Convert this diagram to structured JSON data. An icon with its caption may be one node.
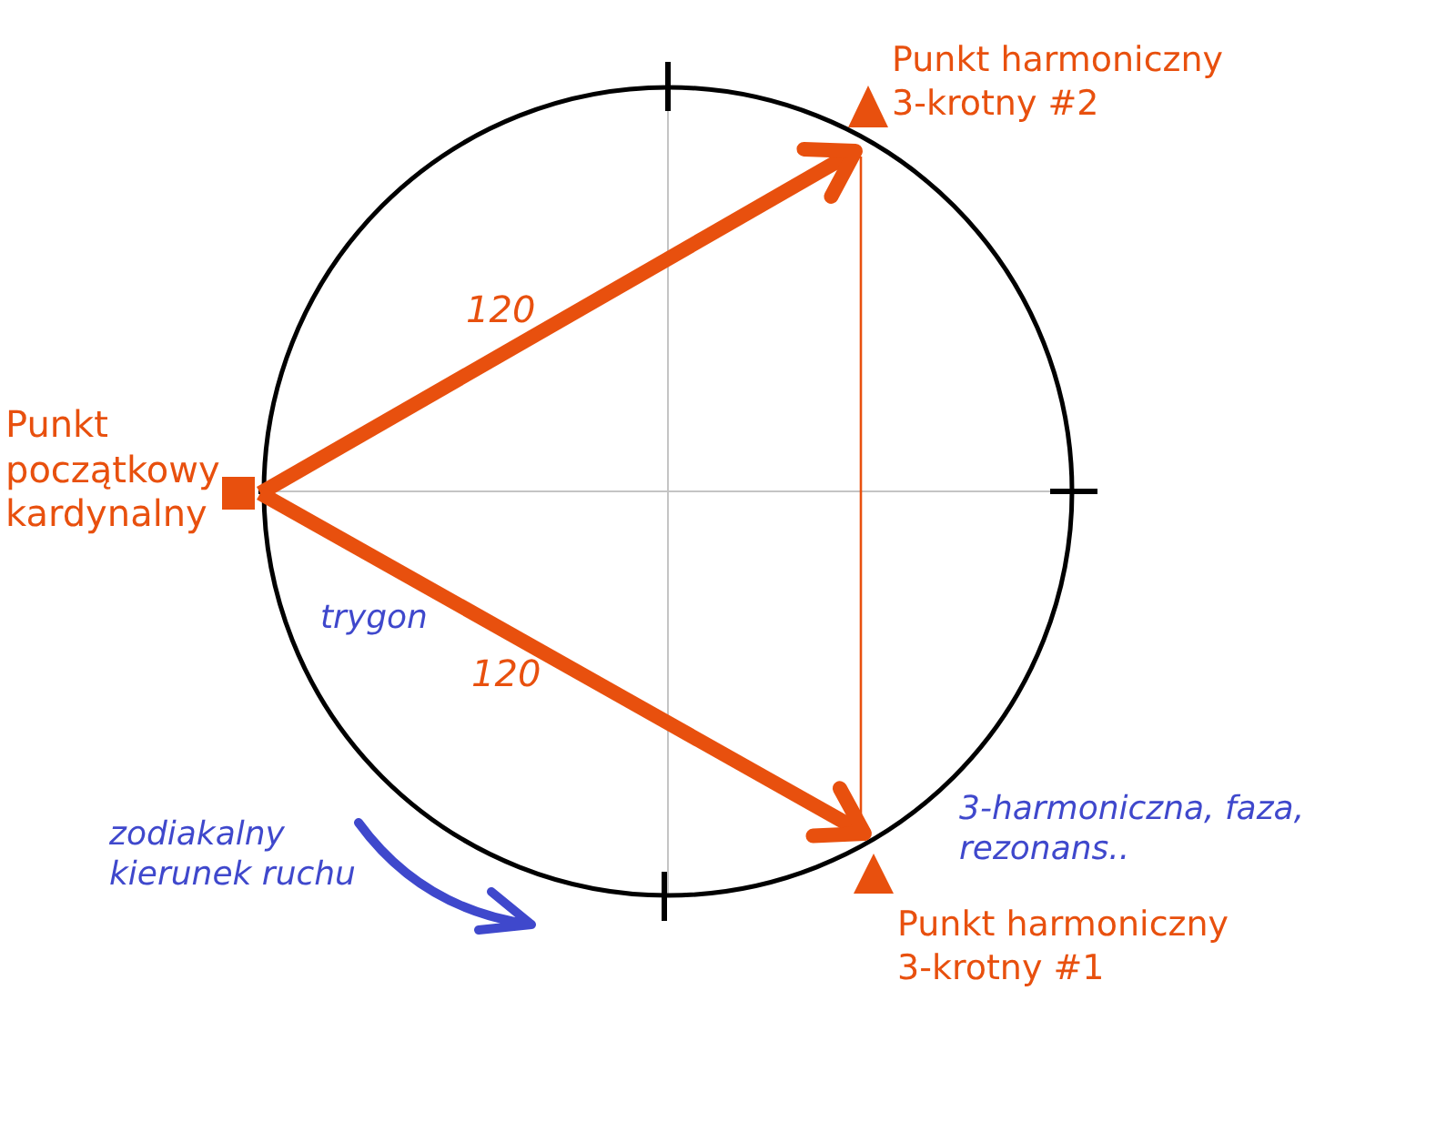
{
  "diagram": {
    "nodes": [
      {
        "text": [],
        "shape": "triangle",
        "beside": [
          "Punkt harmoniczny 3-krotny #2"
        ]
      },
      {
        "text": [],
        "shape": "box",
        "beside": [
          "Punkt początkowy kardynalny"
        ]
      },
      {
        "text": [],
        "shape": "triangle",
        "beside": [
          "Punkt harmoniczny 3-krotny #1"
        ]
      }
    ],
    "edges": [
      {
        "from": 1,
        "to": 0,
        "arrow": "to",
        "label": "120"
      },
      {
        "from": 1,
        "to": 2,
        "arrow": "to",
        "label": "120"
      }
    ],
    "labels": [
      "trygon",
      "3-harmoniczna, faza, rezonans..",
      "zodiakalny kierunek ruchu"
    ]
  }
}
